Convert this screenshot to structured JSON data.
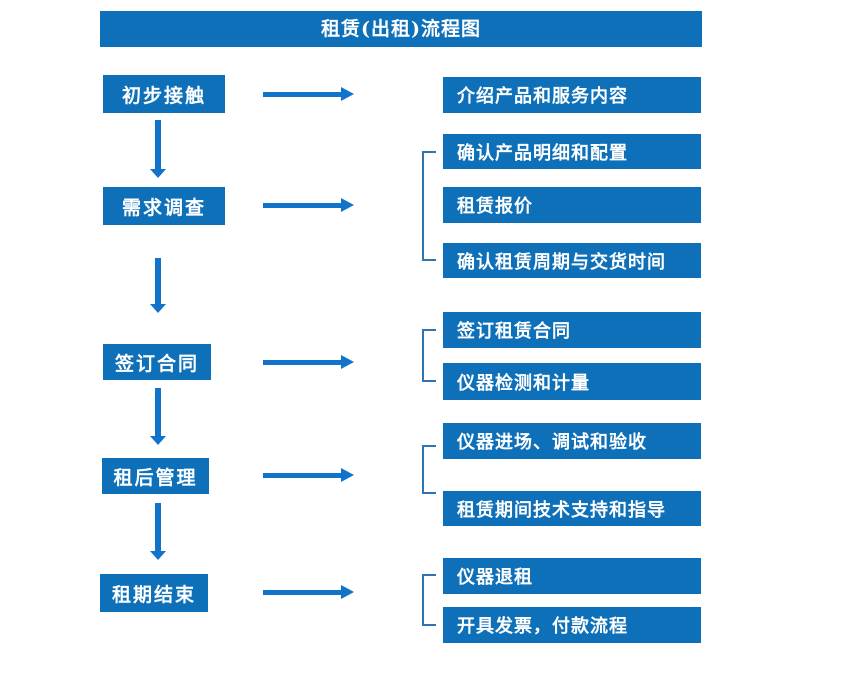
{
  "title": "租赁(出租)流程图",
  "colors": {
    "box": "#0E70B9",
    "arrow": "#1173C9",
    "bracket": "#2E75B6",
    "text": "#FFFFFF",
    "background": "#FFFFFF"
  },
  "stages": [
    {
      "label": "初步接触",
      "outputs": [
        "介绍产品和服务内容"
      ]
    },
    {
      "label": "需求调查",
      "outputs": [
        "确认产品明细和配置",
        "租赁报价",
        "确认租赁周期与交货时间"
      ]
    },
    {
      "label": "签订合同",
      "outputs": [
        "签订租赁合同",
        "仪器检测和计量"
      ]
    },
    {
      "label": "租后管理",
      "outputs": [
        "仪器进场、调试和验收",
        "租赁期间技术支持和指导"
      ]
    },
    {
      "label": "租期结束",
      "outputs": [
        "仪器退租",
        "开具发票，付款流程"
      ]
    }
  ]
}
